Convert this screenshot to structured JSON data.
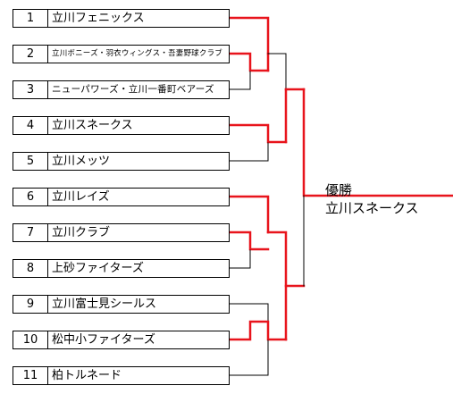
{
  "teams": [
    {
      "seed": "1",
      "name": "立川フェニックス"
    },
    {
      "seed": "2",
      "name": "立川ボニーズ・羽衣ウィングス・吾妻野球クラブ"
    },
    {
      "seed": "3",
      "name": "ニューパワーズ・立川一番町ベアーズ"
    },
    {
      "seed": "4",
      "name": "立川スネークス"
    },
    {
      "seed": "5",
      "name": "立川メッツ"
    },
    {
      "seed": "6",
      "name": "立川レイズ"
    },
    {
      "seed": "7",
      "name": "立川クラブ"
    },
    {
      "seed": "8",
      "name": "上砂ファイターズ"
    },
    {
      "seed": "9",
      "name": "立川富士見シールス"
    },
    {
      "seed": "10",
      "name": "松中小ファイターズ"
    },
    {
      "seed": "11",
      "name": "柏トルネード"
    }
  ],
  "champion": {
    "title": "優勝",
    "name": "立川スネークス"
  },
  "colors": {
    "winner_line": "#e8141c",
    "loser_line": "#000000"
  }
}
